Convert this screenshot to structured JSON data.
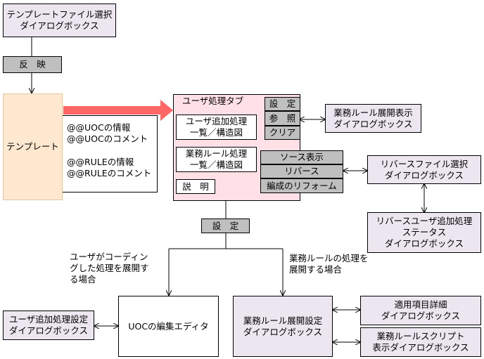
{
  "template_select_dialog": [
    "テンプレートファイル選択",
    "ダイアログボックス"
  ],
  "reflect_label": "反　映",
  "template_label": "テンプレート",
  "uoc_info": [
    "@@UOCの情報",
    "@@UOCのコメント"
  ],
  "rule_info": [
    "@@RULEの情報",
    "@@RULEのコメント"
  ],
  "user_tab": {
    "title": "ユーザ処理タブ",
    "user_add_list": [
      "ユーザ追加処理",
      "一覧／構造図"
    ],
    "business_rule_list": [
      "業務ルール処理",
      "一覧／構造図"
    ],
    "description_button": "説　明",
    "settings_button": "設　定",
    "reference_button": "参　照",
    "clear_button": "クリア",
    "source_display_button": "ソース表示",
    "reverse_button": "リバース",
    "reform_button": "編成のリフォーム"
  },
  "rule_expand_display_dialog": [
    "業務ルール展開表示",
    "ダイアログボックス"
  ],
  "reverse_file_select_dialog": [
    "リバースファイル選択",
    "ダイアログボックス"
  ],
  "reverse_user_add_status_dialog": [
    "リバースユーザ追加処理",
    "ステータス",
    "ダイアログボックス"
  ],
  "settings_label": "設　定",
  "user_coding_note": [
    "ユーザがコーディン",
    "グした処理を展開す",
    "る場合"
  ],
  "business_rule_note": [
    "業務ルールの処理を",
    "展開する場合"
  ],
  "user_add_setting_dialog": [
    "ユーザ追加処理設定",
    "ダイアログボックス"
  ],
  "uoc_editor": "UOCの編集エディタ",
  "rule_expand_setting_dialog": [
    "業務ルール展開設定",
    "ダイアログボックス"
  ],
  "applied_item_detail_dialog": [
    "適用項目詳細",
    "ダイアログボックス"
  ],
  "rule_script_display_dialog": [
    "業務ルールスクリプト",
    "表示ダイアログボックス"
  ],
  "colors": {
    "lavender": "#ebe6f0",
    "grey": "#bfbfbf",
    "peach": "#ffe8d0",
    "pink": "#ffe0e6",
    "arrow_red": "#ff6666"
  }
}
